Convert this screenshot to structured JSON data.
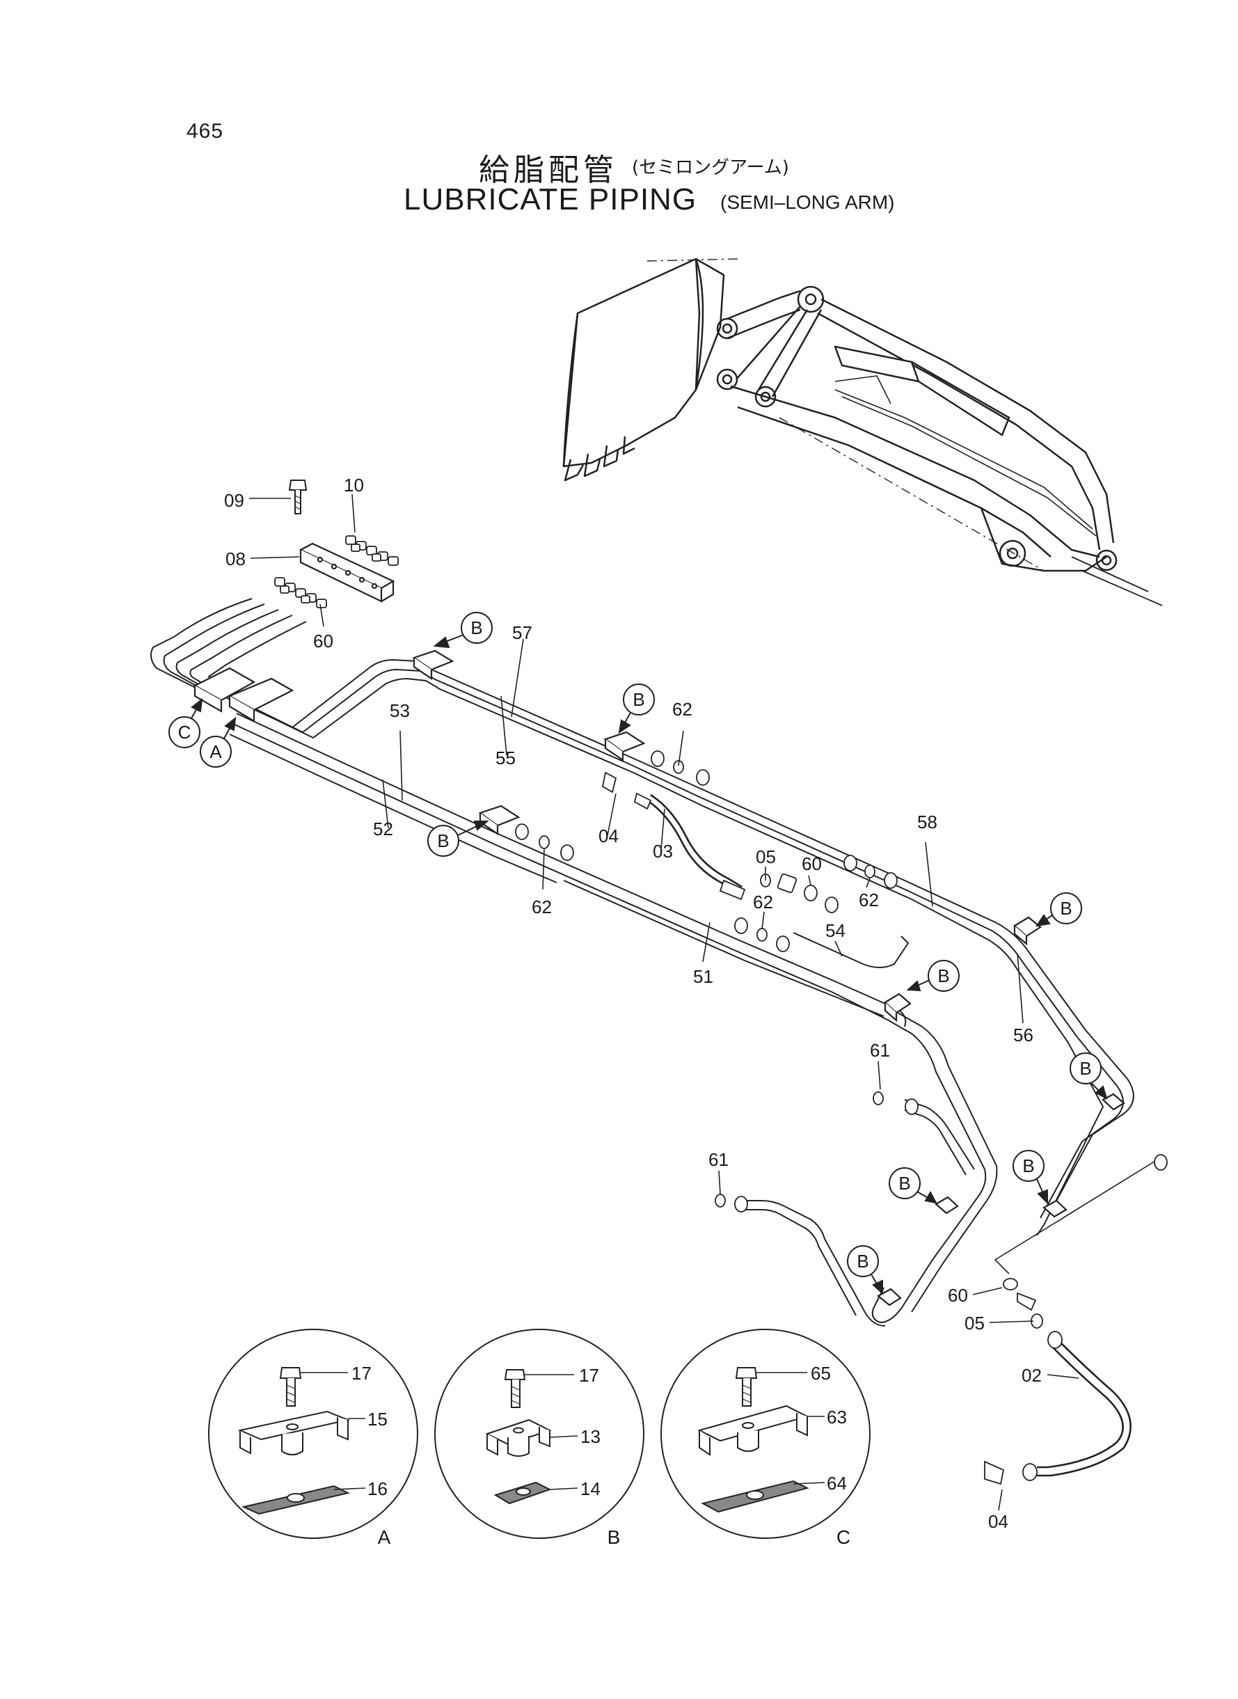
{
  "header": {
    "page_number": "465",
    "title_jp": "給脂配管",
    "title_jp_sub": "(セミロングアーム)",
    "title_en": "LUBRICATE PIPING",
    "title_en_sub": "(SEMI–LONG ARM)"
  },
  "part_labels": {
    "p09": "09",
    "p10": "10",
    "p08": "08",
    "p60a": "60",
    "p57": "57",
    "p55": "55",
    "p53": "53",
    "p52": "52",
    "p62a": "62",
    "p04a": "04",
    "p03": "03",
    "p05a": "05",
    "p60b": "60",
    "p62b": "62",
    "p62c": "62",
    "p62d": "62",
    "p58": "58",
    "p54": "54",
    "p51": "51",
    "p56": "56",
    "p61a": "61",
    "p61b": "61",
    "p60c": "60",
    "p05b": "05",
    "p02": "02",
    "p04b": "04"
  },
  "callouts": {
    "b1": "B",
    "b2": "B",
    "b3": "B",
    "b4": "B",
    "b5": "B",
    "b6": "B",
    "b7": "B",
    "b8": "B",
    "b9": "B",
    "c": "C",
    "a": "A"
  },
  "insets": {
    "a": {
      "letter": "A",
      "bolt": "17",
      "clamp": "15",
      "plate": "16"
    },
    "b": {
      "letter": "B",
      "bolt": "17",
      "clamp": "13",
      "plate": "14"
    },
    "c": {
      "letter": "C",
      "bolt": "65",
      "clamp": "63",
      "plate": "64"
    }
  }
}
